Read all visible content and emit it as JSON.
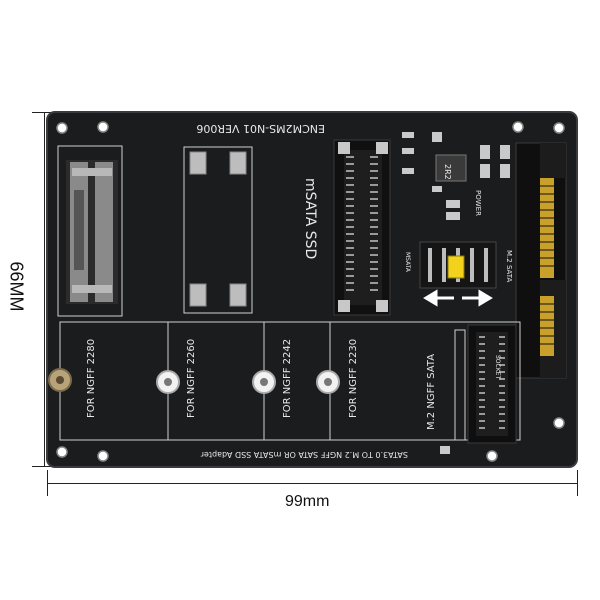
{
  "dimensions": {
    "height_label": "66MM",
    "width_label": "99mm"
  },
  "board": {
    "version_text": "ENCM2MS-N01 VER006",
    "msata_label": "mSATA SSD",
    "m2_sata_label": "M.2 SATA",
    "m2_slot_label": "M.2 NGFF SATA",
    "msata_small": "MSATA",
    "power_label": "POWER",
    "bottom_text": "SATA3.0 TO M.2 NGFF SATA OR mSATA SSD Adapter",
    "ngff_2280": "FOR NGFF 2280",
    "ngff_2260": "FOR NGFF 2260",
    "ngff_2242": "FOR NGFF 2242",
    "ngff_2230": "FOR NGFF 2230",
    "chip_label": "2R2",
    "socket_label": "SOCKET",
    "colors": {
      "pcb": "#1b1c1e",
      "pcb_edge": "#2a2b2e",
      "silkscreen": "#e8e8e8",
      "gold": "#c9a02a",
      "switch_yellow": "#f2d21a"
    }
  }
}
